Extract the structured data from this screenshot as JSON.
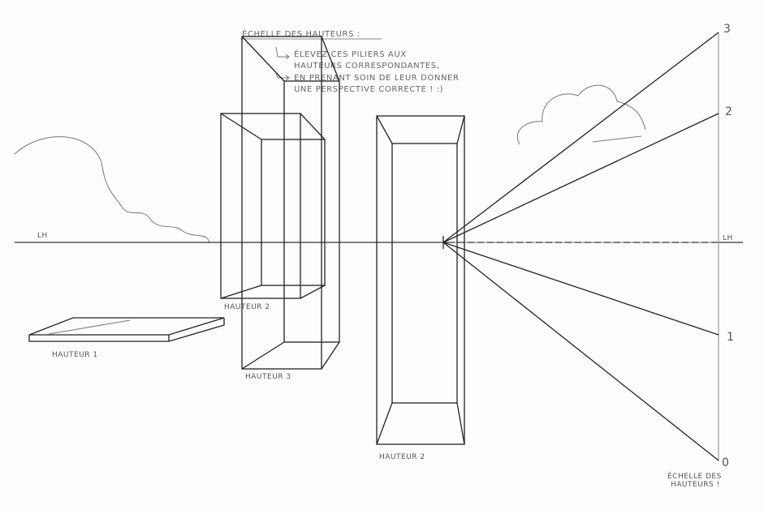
{
  "horizon_label_left": "LH",
  "horizon_label_right": "LH",
  "scale_title": "ÉCHELLE DES HAUTEURS :",
  "instruction_lines": [
    "ÉLEVEZ CES PILIERS AUX",
    "HAUTEURS CORRESPONDANTES,",
    "EN PRENANT SOIN DE LEUR DONNER",
    "UNE PERSPECTIVE CORRECTE ! :)"
  ],
  "scale_ticks": [
    "3",
    "2",
    "1",
    "0"
  ],
  "scale_caption": [
    "ÉCHELLE DES",
    "HAUTEURS !"
  ],
  "box_labels": {
    "box1": "HAUTEUR 1",
    "box2": "HAUTEUR 2",
    "box3": "HAUTEUR 3",
    "box4": "HAUTEUR 2"
  }
}
